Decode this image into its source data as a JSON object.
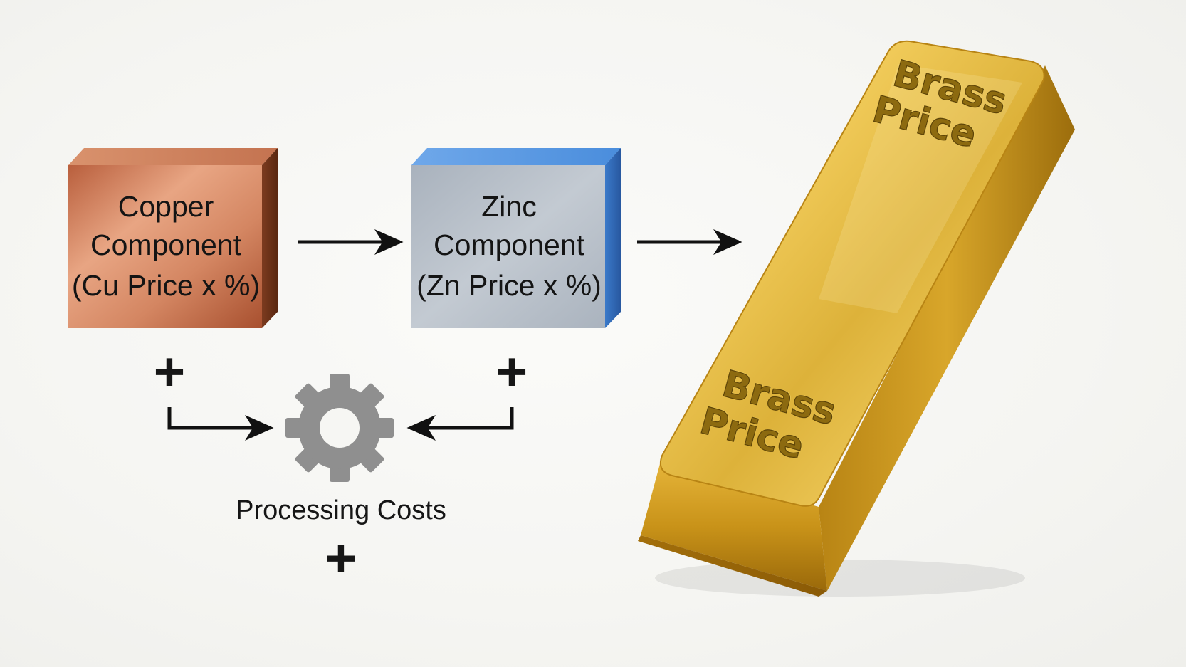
{
  "copper_box": {
    "line1": "Copper",
    "line2": "Component",
    "line3": "(Cu Price x %)"
  },
  "zinc_box": {
    "line1": "Zinc",
    "line2": "Component",
    "line3": "(Zn Price x %)"
  },
  "processing": {
    "caption": "Processing Costs",
    "icon": "gear-icon"
  },
  "plus_sign": "+",
  "brass_bar": {
    "top_label_line1": "Brass",
    "top_label_line2": "Price",
    "face_label_line1": "Brass",
    "face_label_line2": "Price"
  },
  "colors": {
    "copper": "#c06a45",
    "zinc_face": "#b3bcc6",
    "zinc_side": "#3f7fd0",
    "gold": "#d9a92a",
    "gear": "#8f8f8f"
  }
}
